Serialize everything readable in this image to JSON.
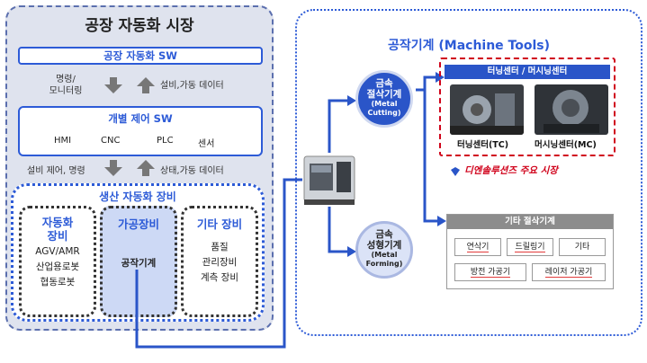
{
  "left": {
    "title": "공장 자동화 시장",
    "factory_sw": "공장 자동화 SW",
    "cmd_label_1": "명령/",
    "cmd_label_2": "모니터링",
    "data_label": "설비,가동 데이터",
    "individual_sw": {
      "title": "개별 제어 SW",
      "items": [
        "HMI",
        "CNC",
        "PLC",
        "센서"
      ]
    },
    "ctrl_label": "설비 제어, 명령",
    "status_label": "상태,가동 데이터",
    "equipment": {
      "title": "생산 자동화 장비",
      "columns": [
        {
          "title_1": "자동화",
          "title_2": "장비",
          "items": [
            "AGV/AMR",
            "산업용로봇",
            "협동로봇"
          ]
        },
        {
          "title_1": "가공장비",
          "title_2": "",
          "items": [
            "공작기계"
          ]
        },
        {
          "title_1": "기타 장비",
          "title_2": "",
          "items": [
            "품질",
            "관리장비",
            "계측 장비"
          ]
        }
      ]
    }
  },
  "right": {
    "title": "공작기계 (Machine Tools)",
    "metal_cutting": {
      "line1": "금속",
      "line2": "절삭기계",
      "en1": "(Metal",
      "en2": "Cutting)"
    },
    "metal_forming": {
      "line1": "금속",
      "line2": "성형기계",
      "en1": "(Metal",
      "en2": "Forming)"
    },
    "lathe_header": "터닝센터 / 머시닝센터",
    "tc_label": "터닝센터(TC)",
    "mc_label": "머시닝센터(MC)",
    "brand": "디엔솔루션즈 주요 시장",
    "other_header": "기타 절삭기계",
    "other_items": [
      "연삭기",
      "드릴링기",
      "기타",
      "방전 가공기",
      "레이저 가공기"
    ]
  },
  "colors": {
    "accent": "#2d5bd7",
    "red": "#d0021b",
    "panel": "#dfe3ee"
  }
}
